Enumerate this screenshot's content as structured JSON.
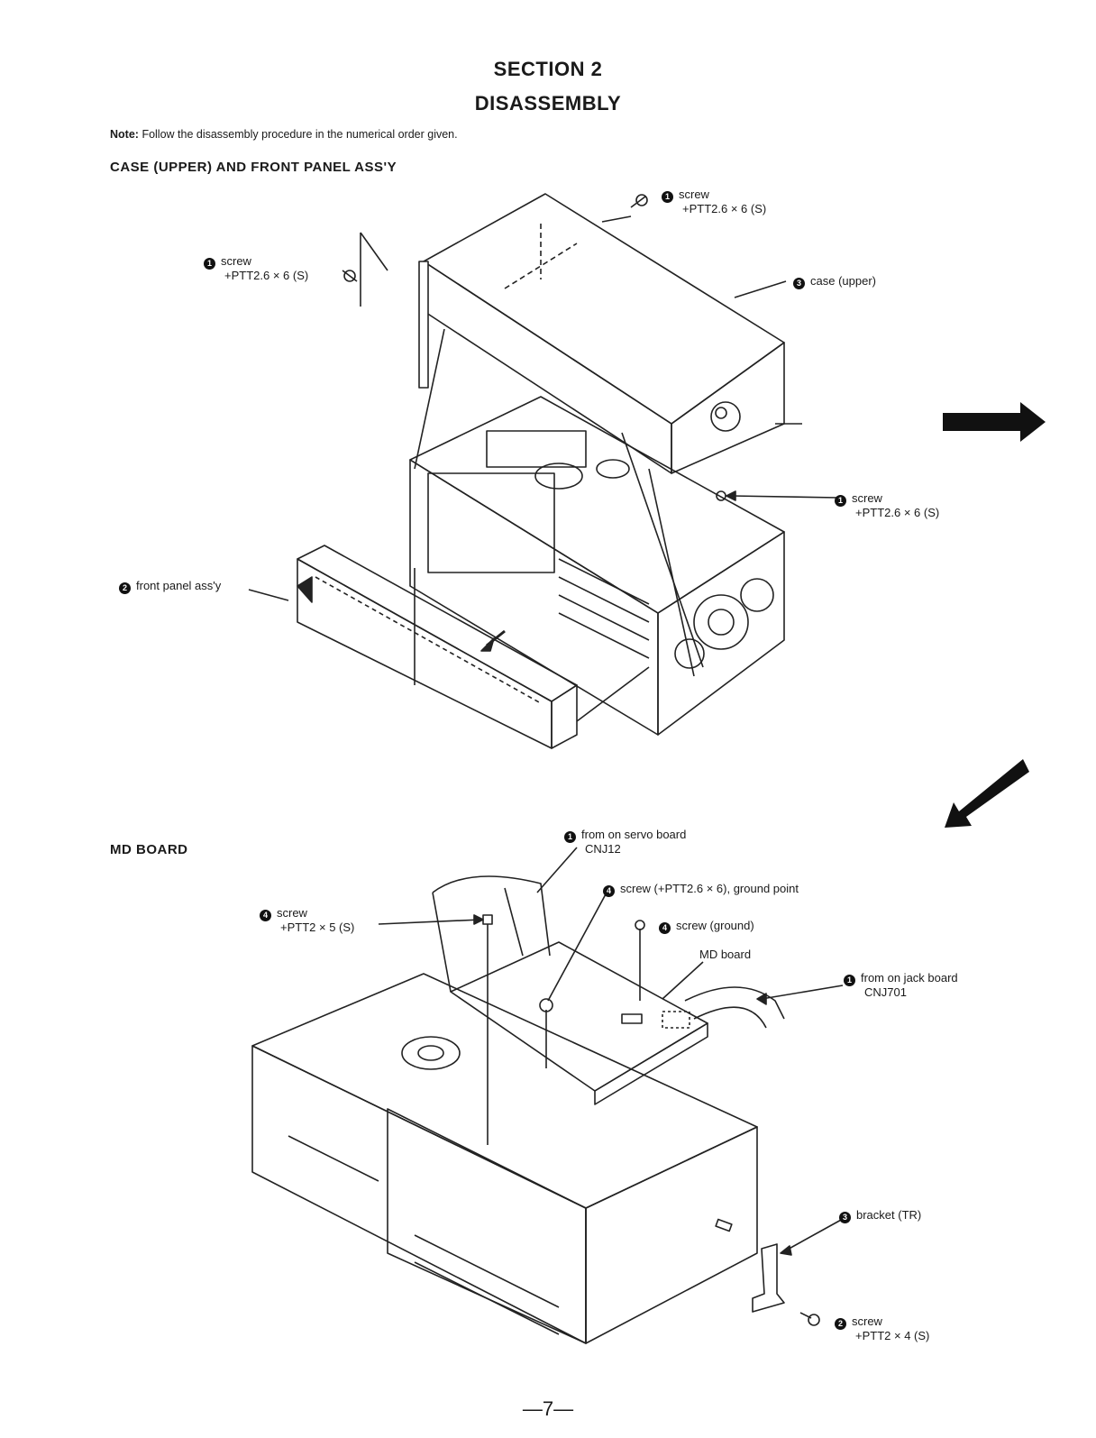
{
  "header": {
    "section": "SECTION 2",
    "title": "DISASSEMBLY"
  },
  "note": {
    "prefix": "Note:",
    "text": "Follow the disassembly procedure in the numerical order given."
  },
  "figure1": {
    "heading": "CASE (UPPER) AND FRONT PANEL ASS'Y",
    "labels": {
      "screw_top": {
        "num": "1",
        "line1": "screw",
        "line2": "+PTT2.6 × 6 (S)"
      },
      "screw_left": {
        "num": "1",
        "line1": "screw",
        "line2": "+PTT2.6 × 6 (S)"
      },
      "case_upper": {
        "num": "3",
        "text": "case (upper)"
      },
      "screw_right": {
        "num": "1",
        "line1": "screw",
        "line2": "+PTT2.6 × 6 (S)"
      },
      "front_panel": {
        "num": "2",
        "text": "front panel ass'y"
      }
    }
  },
  "figure2": {
    "heading": "MD BOARD",
    "labels": {
      "servo": {
        "num": "1",
        "line1": "from on servo board",
        "line2": "CNJ12"
      },
      "screw_ground_point": {
        "num": "4",
        "text": "screw (+PTT2.6 × 6), ground point"
      },
      "screw_left": {
        "num": "4",
        "line1": "screw",
        "line2": "+PTT2 × 5 (S)"
      },
      "screw_ground": {
        "num": "4",
        "text": "screw (ground)"
      },
      "md_board": {
        "text": "MD board"
      },
      "jack": {
        "num": "1",
        "line1": "from on jack board",
        "line2": "CNJ701"
      },
      "bracket": {
        "num": "3",
        "text": "bracket (TR)"
      },
      "screw_bottom": {
        "num": "2",
        "line1": "screw",
        "line2": "+PTT2 × 4 (S)"
      }
    }
  },
  "footer": {
    "page": "—7—"
  }
}
